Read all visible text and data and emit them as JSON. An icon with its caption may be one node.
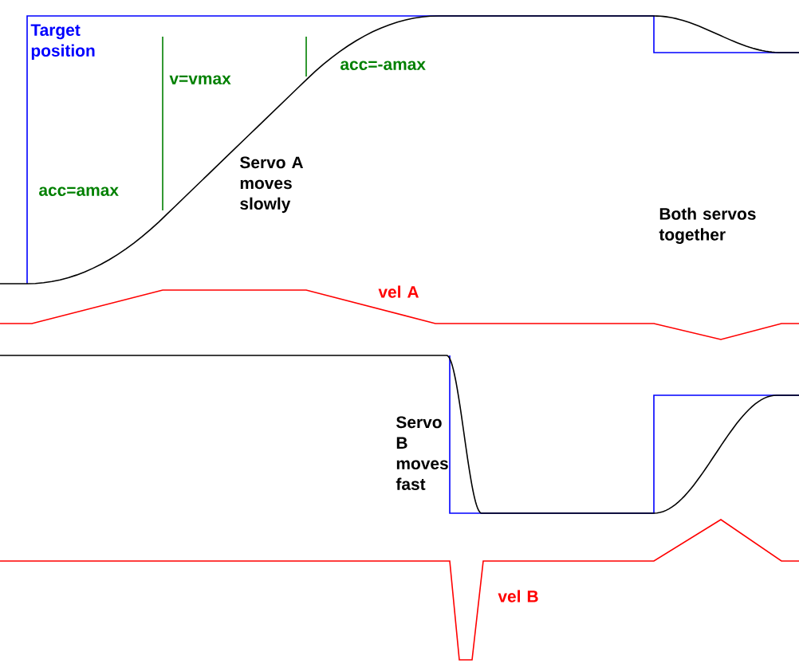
{
  "diagram": {
    "labels": [
      "Target position",
      "acc=amax",
      "v=vmax",
      "acc=-amax",
      "Servo A moves slowly",
      "Both servos together",
      "vel A",
      "Servo B moves fast",
      "vel B"
    ]
  }
}
